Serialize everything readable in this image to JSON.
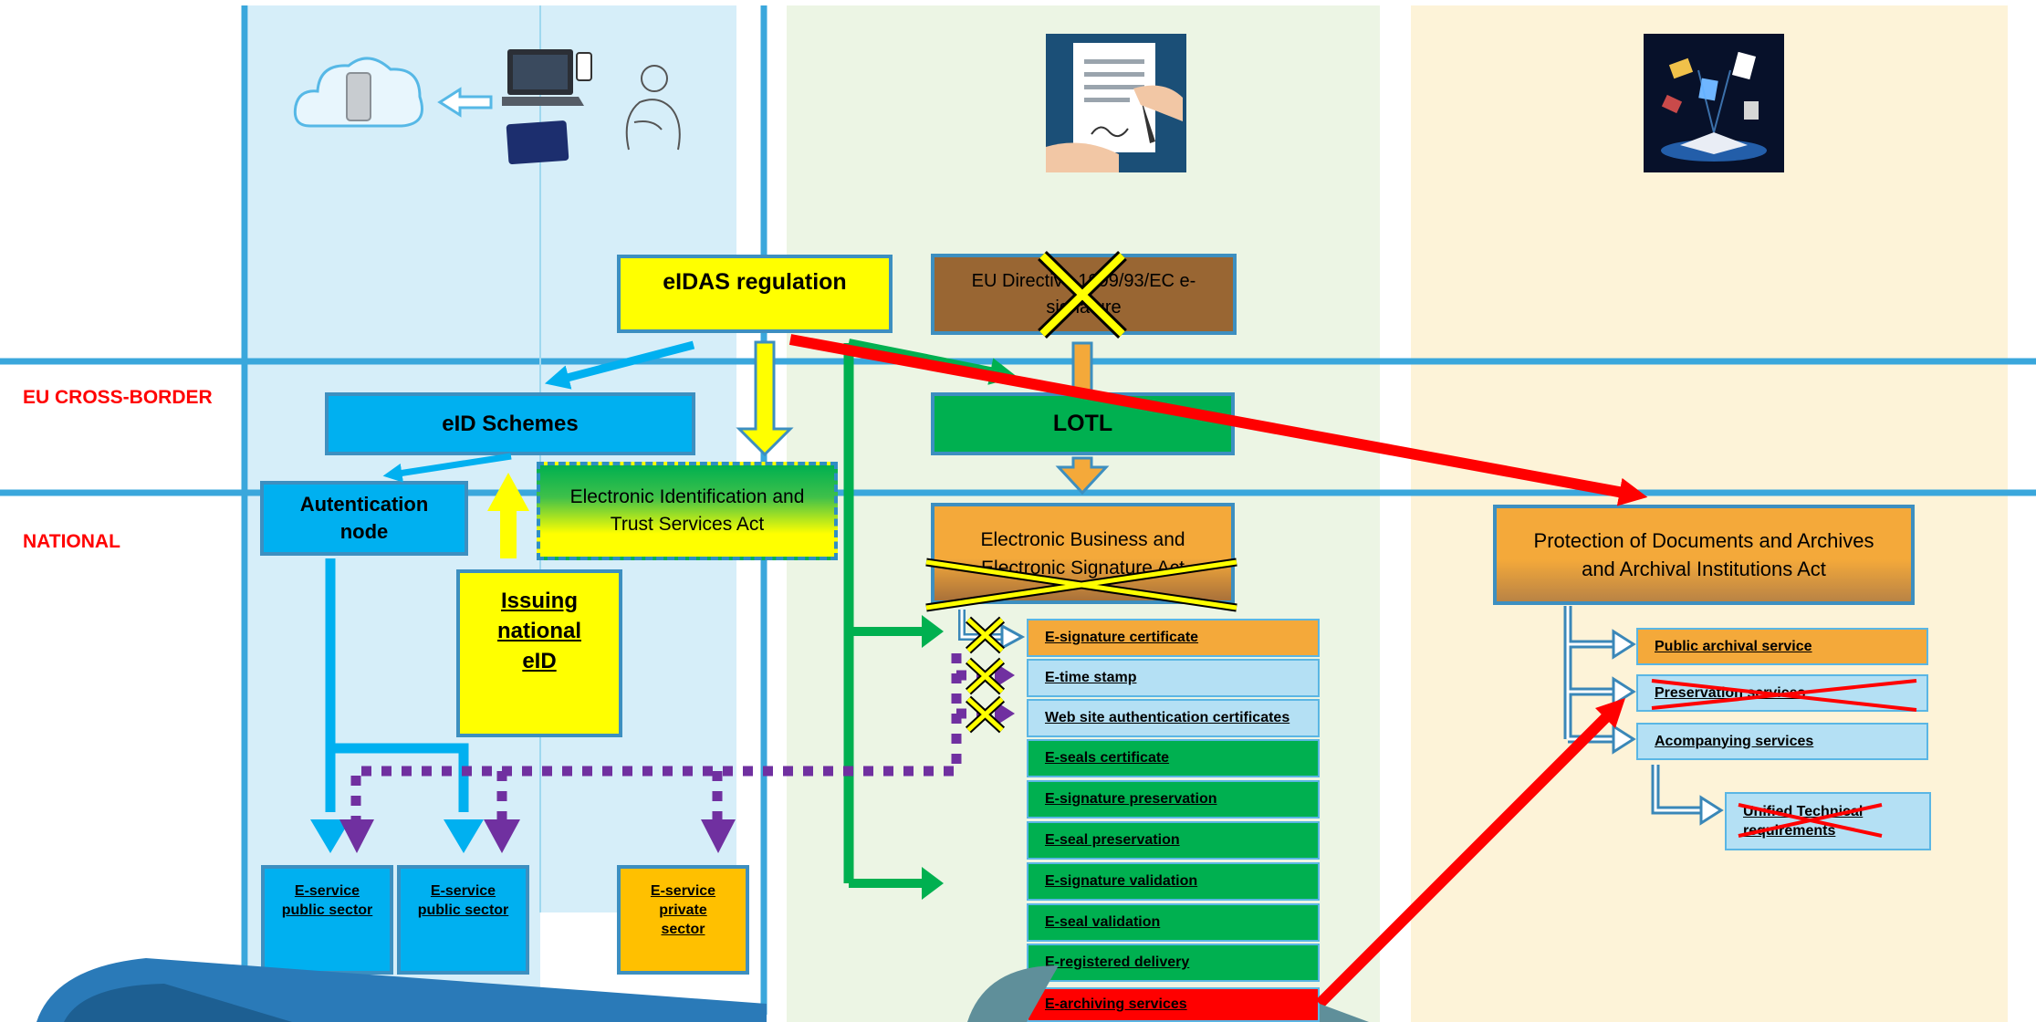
{
  "rows": {
    "eu_cross_border": "EU CROSS-BORDER",
    "national": "NATIONAL"
  },
  "left": {
    "eidas": "eIDAS regulation",
    "eid_schemes": "eID Schemes",
    "auth_node": "Autentication node",
    "eidta": "Electronic Identification and Trust Services Act",
    "issuing": "Issuing national eID",
    "eservice_public_1": "E-service public sector",
    "eservice_public_2": "E-service public sector",
    "eservice_private": "E-service private sector"
  },
  "middle": {
    "directive": "EU Directive 1999/93/EC e-signature",
    "lotl": "LOTL",
    "ebesa": "Electronic Business and Electronic Signature Act",
    "services": [
      "E-signature certificate",
      "E-time stamp",
      "Web  site authentication certificates",
      "E-seals certificate",
      "E-signature preservation",
      "E-seal preservation",
      "E-signature validation",
      "E-seal validation",
      "E-registered delivery",
      "E-archiving services"
    ]
  },
  "right": {
    "archives_act": "Protection of Documents and Archives and Archival Institutions Act",
    "services": [
      "Public archival service",
      "Preservation services",
      "Acompanying services"
    ],
    "unified": "Unified Technical requirements"
  },
  "icons": [
    "cloud-server-icon",
    "devices-icon",
    "user-icon",
    "document-signing-icon",
    "digital-library-icon",
    "cross-mark-icon"
  ],
  "colors": {
    "light_blue": "#d6eef9",
    "light_green": "#ecf5e4",
    "light_yellow": "#fdf3d8",
    "blue": "#00b0f0",
    "yellow": "#ffff00",
    "orange": "#f4a93a",
    "green": "#00b050",
    "brown": "#996633",
    "red": "#ff0000",
    "purple": "#7030a0",
    "pale_blue": "#b4e0f4"
  }
}
